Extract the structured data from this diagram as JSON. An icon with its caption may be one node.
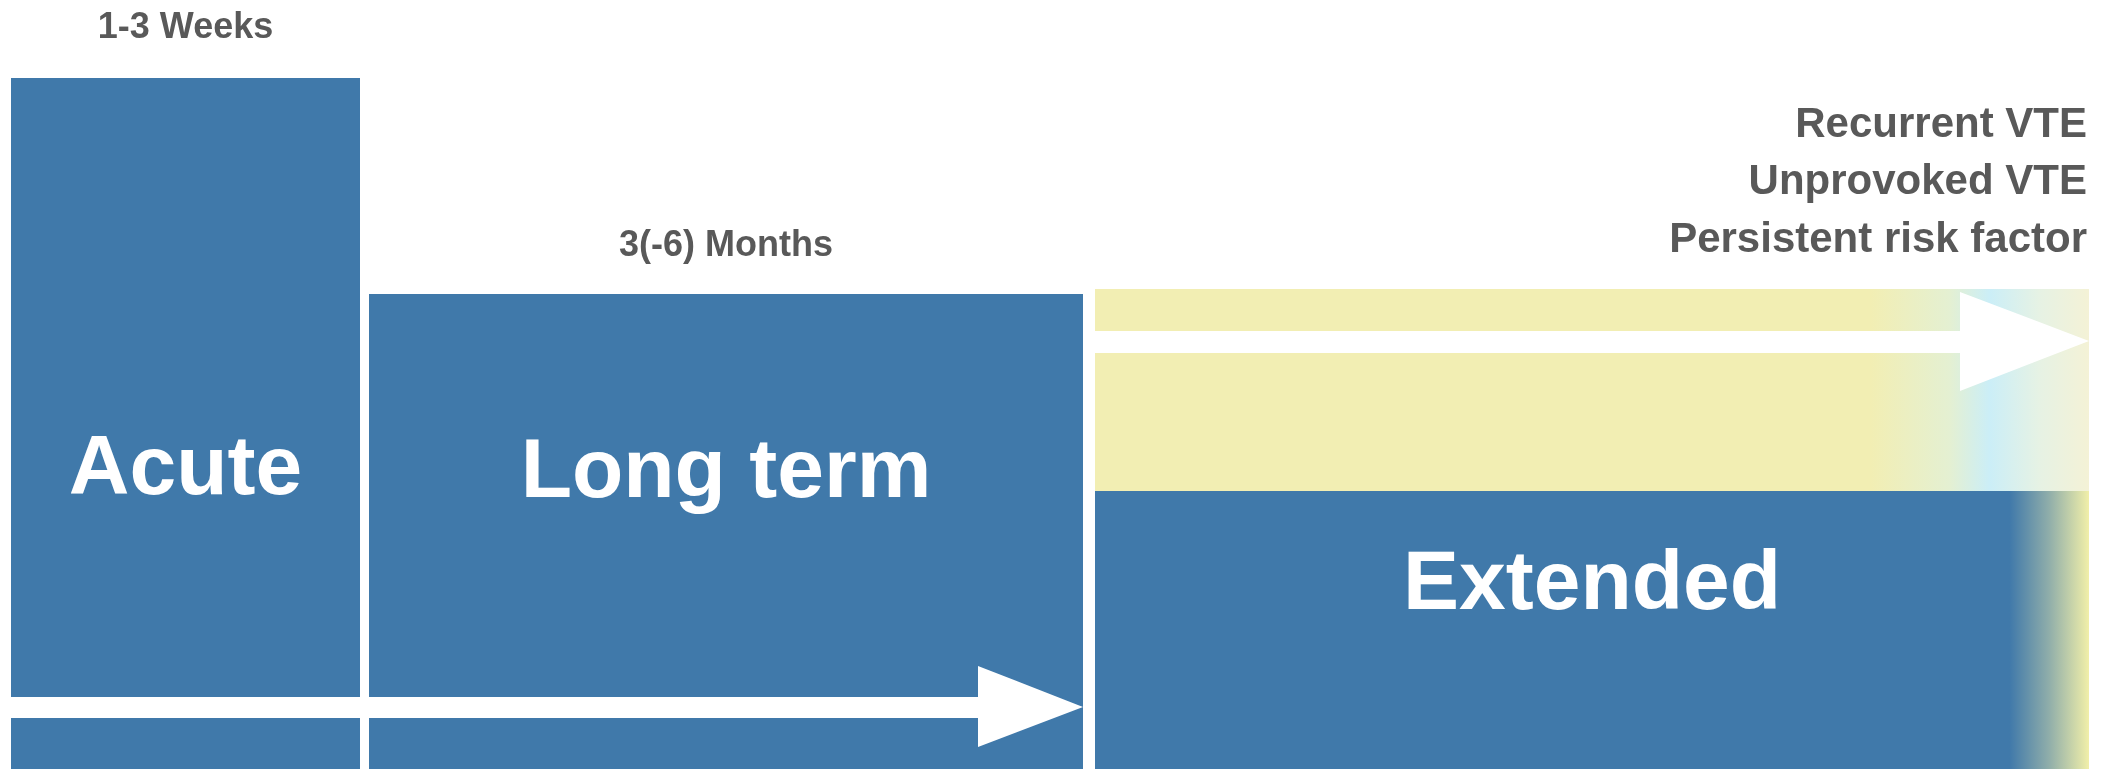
{
  "diagram": {
    "nodes": [
      {
        "text": [
          "Acute"
        ],
        "beside": [
          "1-3 Weeks"
        ]
      },
      {
        "text": [
          "Long term"
        ],
        "beside": [
          "3(-6) Months"
        ]
      },
      {
        "text": [
          "Extended"
        ],
        "beside": [
          "Recurrent VTE",
          "Unprovoked VTE",
          "Persistent risk factor"
        ]
      }
    ]
  }
}
